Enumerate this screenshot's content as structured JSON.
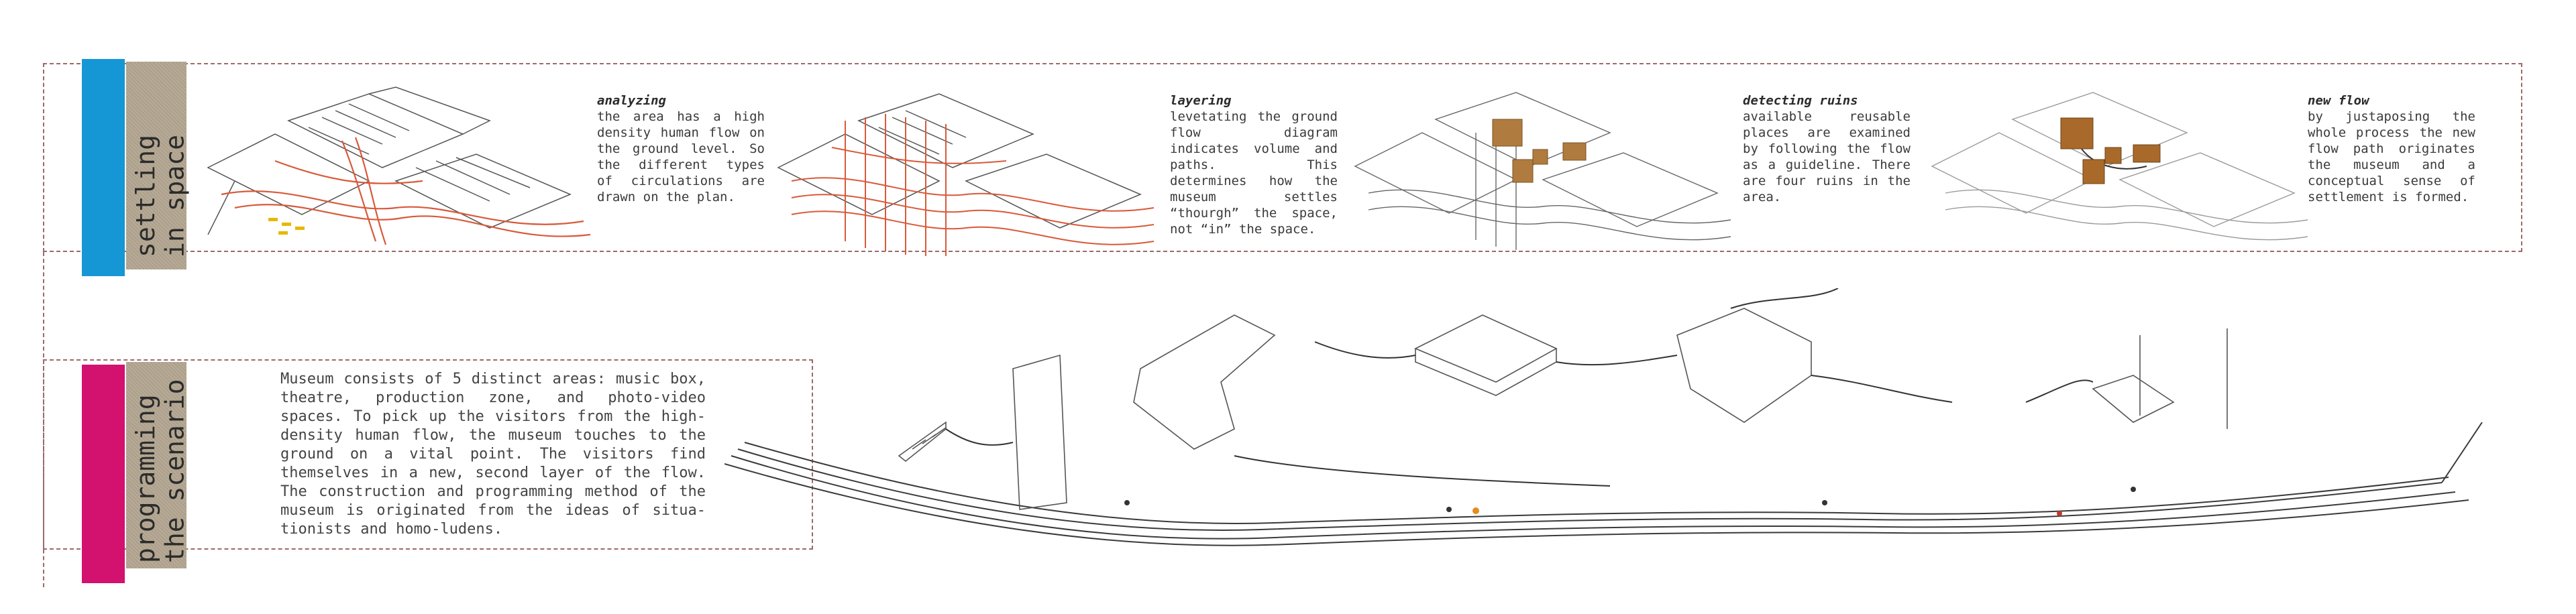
{
  "rows": [
    {
      "label": "settling\nin space",
      "color": "#1597d5"
    },
    {
      "label": "programming\nthe scenario",
      "color": "#d3116f"
    }
  ],
  "steps": [
    {
      "title": "analyzing",
      "body": "the area has a high density human flow on the ground level. So the different types of circulations are drawn on the plan."
    },
    {
      "title": "layering",
      "body": "levetating the ground flow diagram indicates volume and paths. This determines how the museum settles “thourgh” the space, not “in” the space."
    },
    {
      "title": "detecting ruins",
      "body": "available reusable places are examined by following the flow as a guideline. There are four ruins in the area."
    },
    {
      "title": "new flow",
      "body": "by justaposing the whole process the new flow path originates the museum and a conceptual sense of settlement is formed."
    }
  ],
  "scenario_text": "Museum consists of 5 distinct areas: music box, theatre, production zone, and photo-video spaces. To pick up the visitors from the high-density human flow, the museum touches to the ground on a vital point. The visitors find themselves in a new, second layer of the flow. The construction and programming method of the museum is originated from the ideas of situa-tionists and homo-ludens.",
  "colors": {
    "frame": "#9b6a6a",
    "kraft": "#b3a691",
    "flow": "#d9593a",
    "ruin": "#b07b3e",
    "ink": "#333333"
  }
}
